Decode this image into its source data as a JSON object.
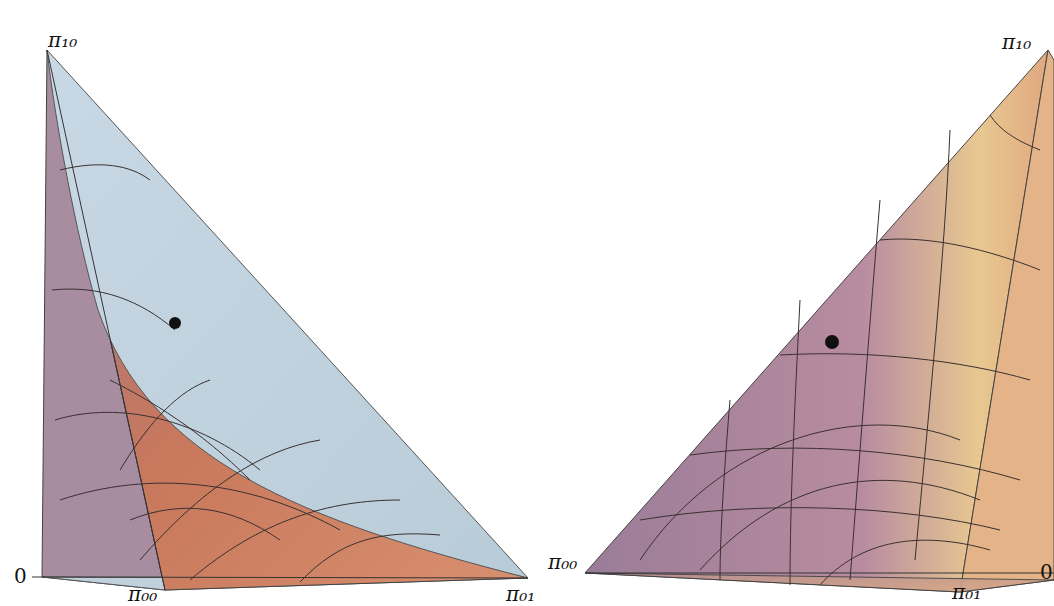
{
  "diagram": {
    "labels": [
      "π₁₀",
      "0",
      "π₀₀",
      "π₀₁",
      "π₁₀",
      "π₀₀",
      "π₀₁",
      "0"
    ]
  }
}
